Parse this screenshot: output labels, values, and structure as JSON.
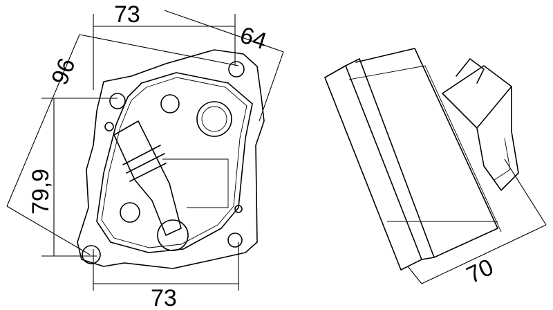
{
  "drawing": {
    "dimensions": {
      "top_width": "73",
      "diagonal_width": "64",
      "diagonal_height": "96",
      "height": "79,9",
      "bottom_width": "73",
      "side_depth": "70"
    }
  }
}
